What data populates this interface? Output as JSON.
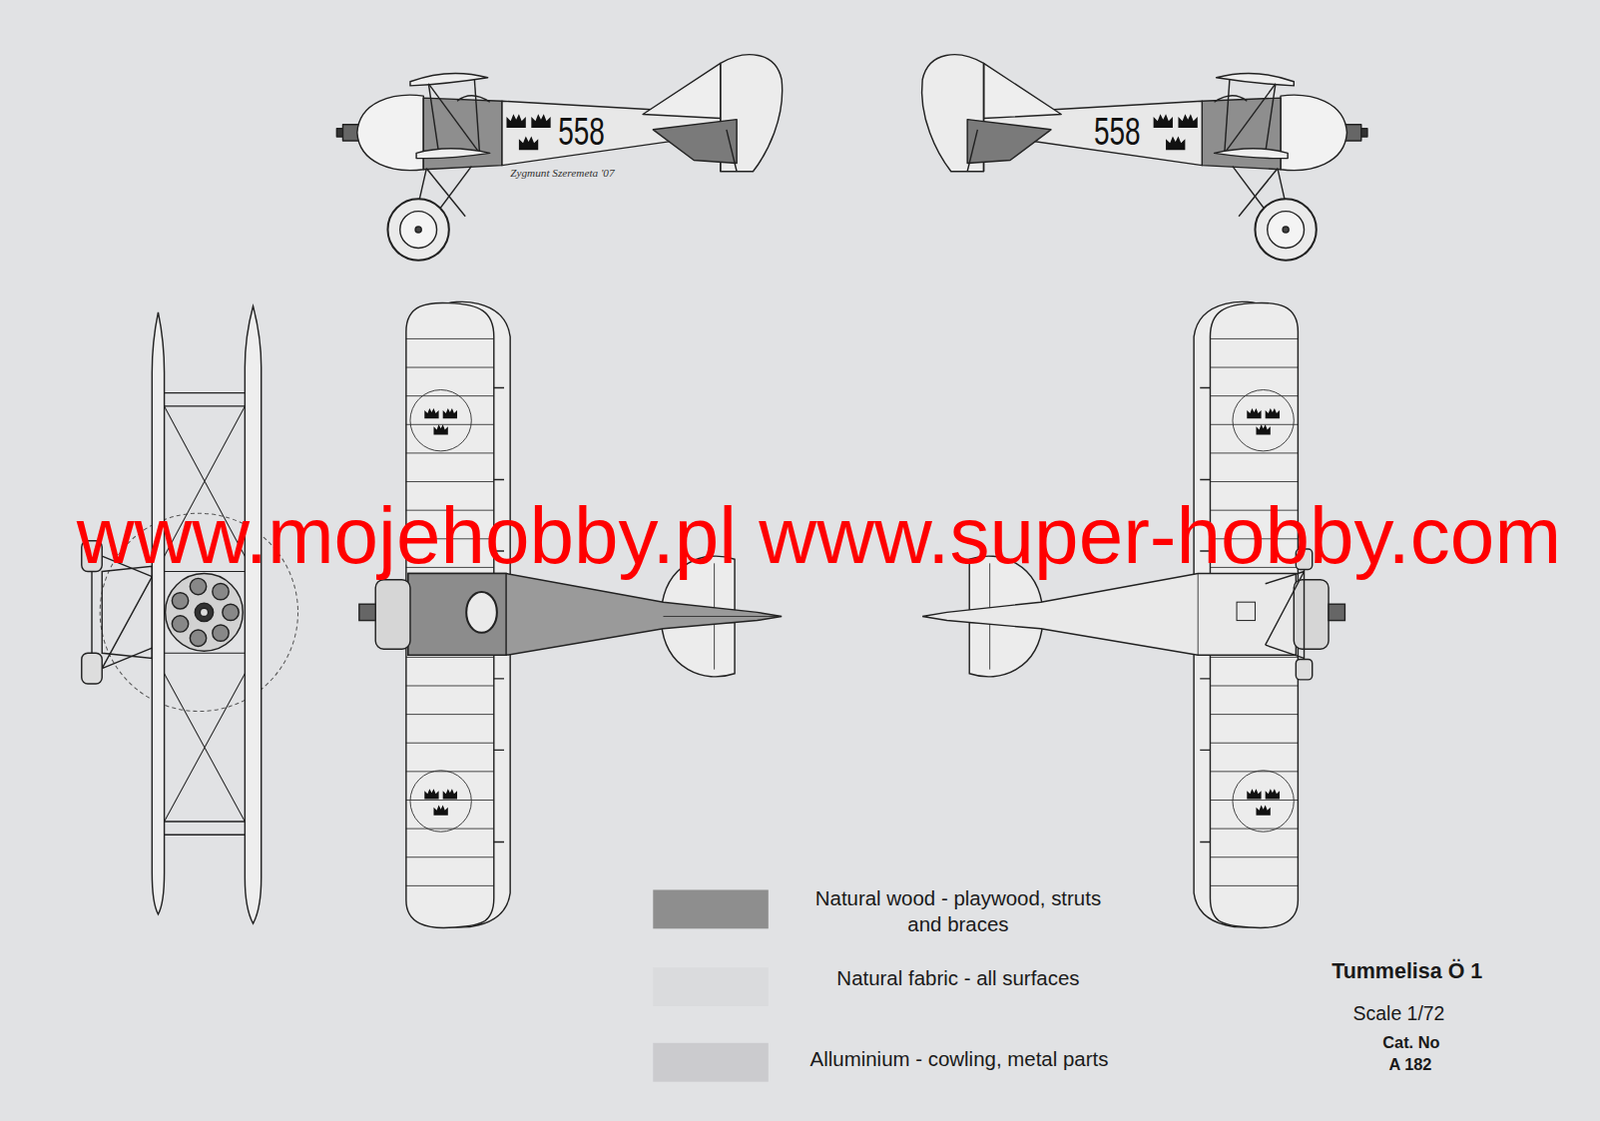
{
  "diagram": {
    "title": "Tummelisa Ö 1",
    "labels": [
      "558",
      "558",
      "Zygmunt Szeremeta '07",
      "www.mojehobby.pl www.super-hobby.com",
      "Scale 1/72",
      "Cat. No",
      "A 182"
    ],
    "legend": [
      {
        "text": "Natural wood - playwood, struts and braces",
        "color": "#8e8e8e"
      },
      {
        "text": "Natural fabric - all surfaces",
        "color": "#dadbdd"
      },
      {
        "text": "Alluminium - cowling, metal parts",
        "color": "#cbcbce"
      }
    ]
  }
}
